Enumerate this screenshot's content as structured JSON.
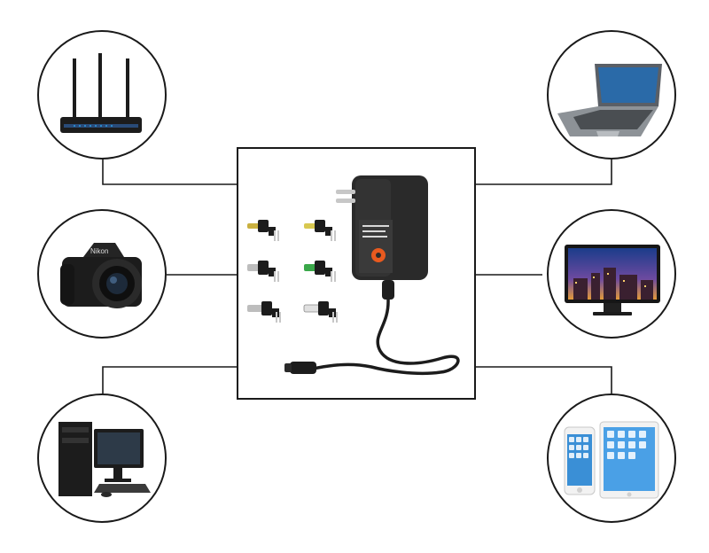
{
  "adapter": {
    "label_text": "",
    "tips_count": 6
  },
  "devices": [
    {
      "id": "router",
      "icon": "router-icon"
    },
    {
      "id": "laptop",
      "icon": "laptop-icon"
    },
    {
      "id": "camera",
      "icon": "camera-icon",
      "brand": "Nikon"
    },
    {
      "id": "monitor",
      "icon": "monitor-icon"
    },
    {
      "id": "desktop",
      "icon": "desktop-computer-icon"
    },
    {
      "id": "phone_tablet",
      "icon": "phone-tablet-icon"
    }
  ],
  "colors": {
    "line": "#1a1a1a",
    "device_dark": "#1c1c1c",
    "adapter_body": "#2a2a2a",
    "accent": "#e85a1f"
  }
}
